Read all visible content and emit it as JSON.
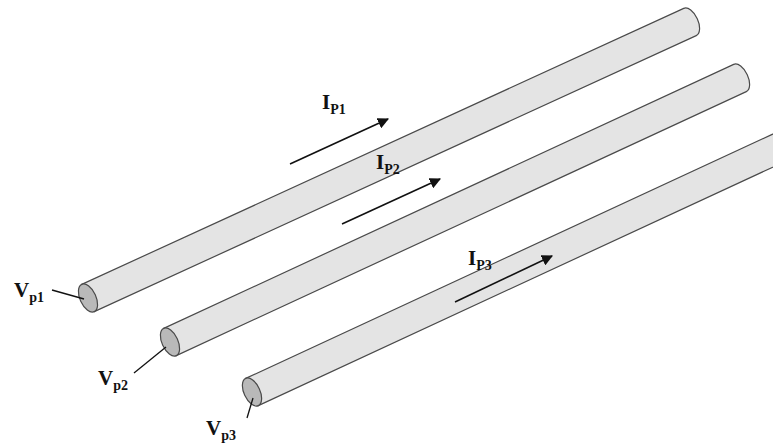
{
  "diagram": {
    "labels": [
      "IP1",
      "IP2",
      "IP3",
      "Vp1",
      "Vp2",
      "Vp3"
    ]
  }
}
